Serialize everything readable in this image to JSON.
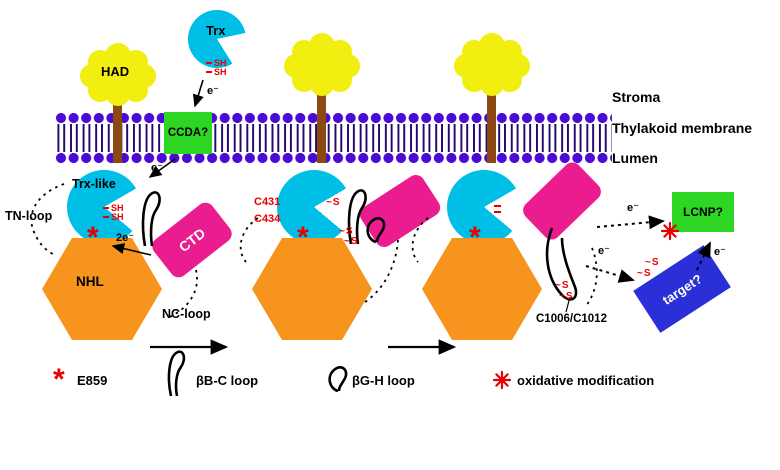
{
  "colors": {
    "membrane_head": "#4A0BD6",
    "membrane_tail": "#23086E",
    "had_yellow": "#F2EE0F",
    "cyan": "#00BFE6",
    "green": "#2ED624",
    "orange": "#F7941E",
    "magenta": "#EA1C8F",
    "target_blue": "#2A2FD8",
    "red": "#E80000",
    "stalk_brown": "#8A4A12"
  },
  "membrane": {
    "stroma": "Stroma",
    "thylakoid": "Thylakoid membrane",
    "lumen": "Lumen"
  },
  "proteins": {
    "had": "HAD",
    "trx": "Trx",
    "ccda": "CCDA?",
    "trx_like": "Trx-like",
    "nhl": "NHL",
    "ctd": "CTD",
    "lcnp": "LCNP?",
    "target": "target?"
  },
  "residues": {
    "c431": "C431",
    "c434": "C434",
    "c1006_c1012": "C1006/C1012"
  },
  "loops": {
    "tn": "TN-loop",
    "nc": "NC-loop"
  },
  "labels": {
    "e": "e⁻",
    "two_e": "2e⁻",
    "sh": "SH",
    "s": "S",
    "asterisk": "*"
  },
  "legend": {
    "e859": "E859",
    "bbc_loop": "βB-C loop",
    "bgh_loop": "βG-H loop",
    "oxidative": "oxidative modification"
  }
}
